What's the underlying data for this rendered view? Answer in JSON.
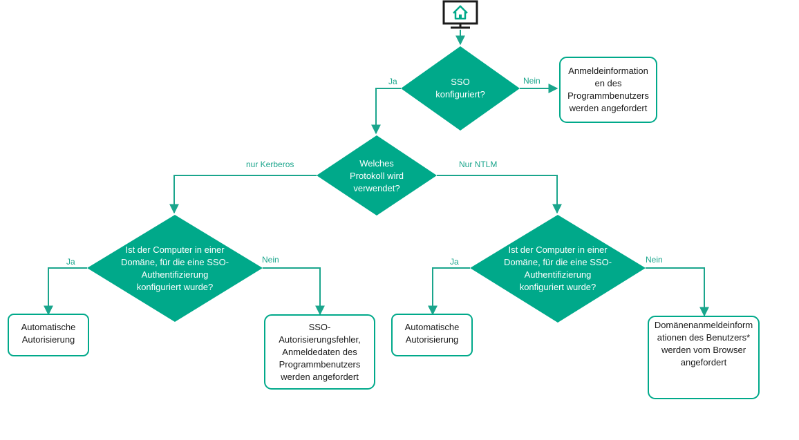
{
  "colors": {
    "teal": "#00a98a",
    "line": "#1aa58c",
    "text": "#1a1a1a",
    "white": "#ffffff"
  },
  "start_icon": "home-monitor-icon",
  "nodes": {
    "sso_configured": "SSO\nkonfiguriert?",
    "program_credentials": "Anmeldeinformation\nen des\nProgrammbenutzers\nwerden angefordert",
    "which_protocol": "Welches\nProtokoll wird\nverwendet?",
    "domain_left": "Ist der Computer in einer\nDomäne, für die eine SSO-\nAuthentifizierung\nkonfiguriert wurde?",
    "domain_right": "Ist der Computer in einer\nDomäne, für die eine SSO-\nAuthentifizierung\nkonfiguriert wurde?",
    "auto_left": "Automatische\nAutorisierung",
    "sso_error": "SSO-\nAutorisierungsfehler,\nAnmeldedaten des\nProgrammbenutzers\nwerden angefordert",
    "auto_right": "Automatische\nAutorisierung",
    "browser_credentials": "Domänenanmeldeinform\nationen des Benutzers*\nwerden vom Browser\nangefordert"
  },
  "edges": {
    "sso_yes": "Ja",
    "sso_no": "Nein",
    "kerberos": "nur Kerberos",
    "ntlm": "Nur NTLM",
    "left_yes": "Ja",
    "left_no": "Nein",
    "right_yes": "Ja",
    "right_no": "Nein"
  }
}
